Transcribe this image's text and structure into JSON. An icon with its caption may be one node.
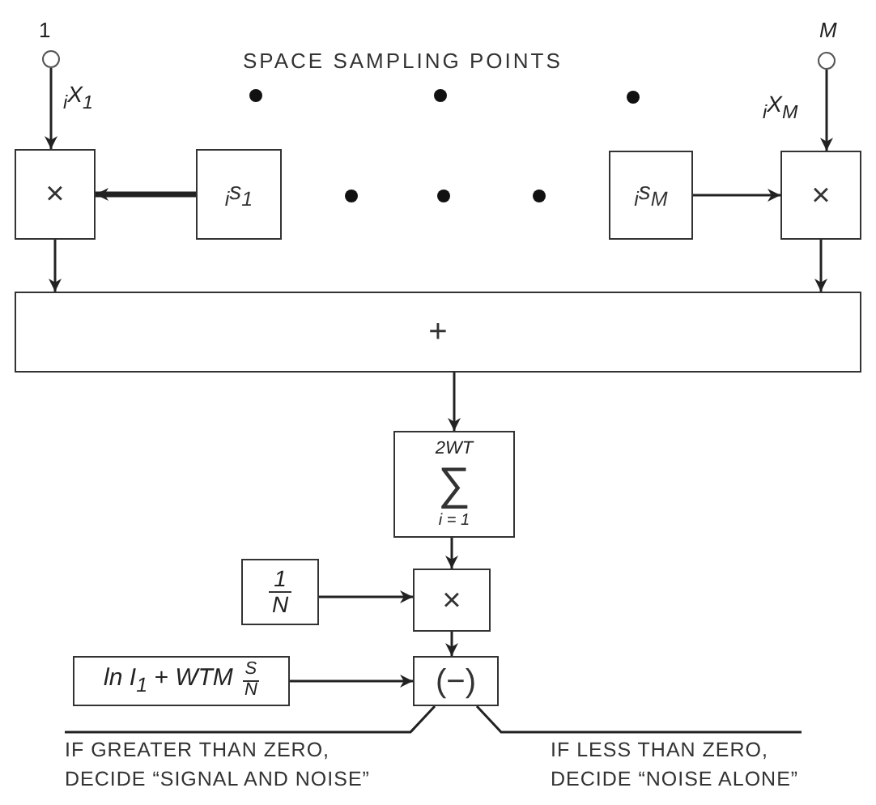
{
  "diagram": {
    "nodes": [
      {
        "text": [],
        "shape": "circle",
        "beside": [
          "1"
        ]
      },
      {
        "text": [],
        "shape": "circle",
        "beside": [
          "M"
        ]
      },
      {
        "text": [
          "×"
        ]
      },
      {
        "text": [
          "$_{i}$s$_{1}$"
        ]
      },
      {
        "text": [
          "$_{i}$s$_{M}$"
        ]
      },
      {
        "text": [
          "×"
        ]
      },
      {
        "text": [
          "+"
        ]
      },
      {
        "text": [
          "2WT",
          "∑",
          "i = 1"
        ]
      },
      {
        "text": [
          "1",
          "N"
        ]
      },
      {
        "text": [
          "×"
        ]
      },
      {
        "text": [
          "ln I$_{1}$ + WTM",
          "S",
          "N"
        ]
      },
      {
        "text": [
          "(−)"
        ]
      },
      {
        "text": [
          "IF GREATER THAN ZERO, DECIDE “SIGNAL AND NOISE”"
        ]
      },
      {
        "text": [
          "IF LESS THAN ZERO, DECIDE “NOISE ALONE”"
        ]
      }
    ],
    "edges": [
      {
        "from": 0,
        "to": 2,
        "arrow": "to",
        "label": "$_{i}$X$_{1}$"
      },
      {
        "from": 1,
        "to": 5,
        "arrow": "to",
        "label": "$_{i}$X$_{M}$"
      },
      {
        "from": 3,
        "to": 2,
        "arrow": "to",
        "style": "thick"
      },
      {
        "from": 4,
        "to": 5,
        "arrow": "to"
      },
      {
        "from": 2,
        "to": 6,
        "arrow": "to"
      },
      {
        "from": 5,
        "to": 6,
        "arrow": "to"
      },
      {
        "from": 6,
        "to": 7,
        "arrow": "to"
      },
      {
        "from": 7,
        "to": 9,
        "arrow": "to"
      },
      {
        "from": 8,
        "to": 9,
        "arrow": "to"
      },
      {
        "from": 9,
        "to": 11,
        "arrow": "to"
      },
      {
        "from": 10,
        "to": 11,
        "arrow": "to"
      },
      {
        "from": 11,
        "to": 12,
        "arrow": "none"
      },
      {
        "from": 11,
        "to": 13,
        "arrow": "none"
      }
    ],
    "labels": [
      "SPACE SAMPLING POINTS"
    ]
  }
}
